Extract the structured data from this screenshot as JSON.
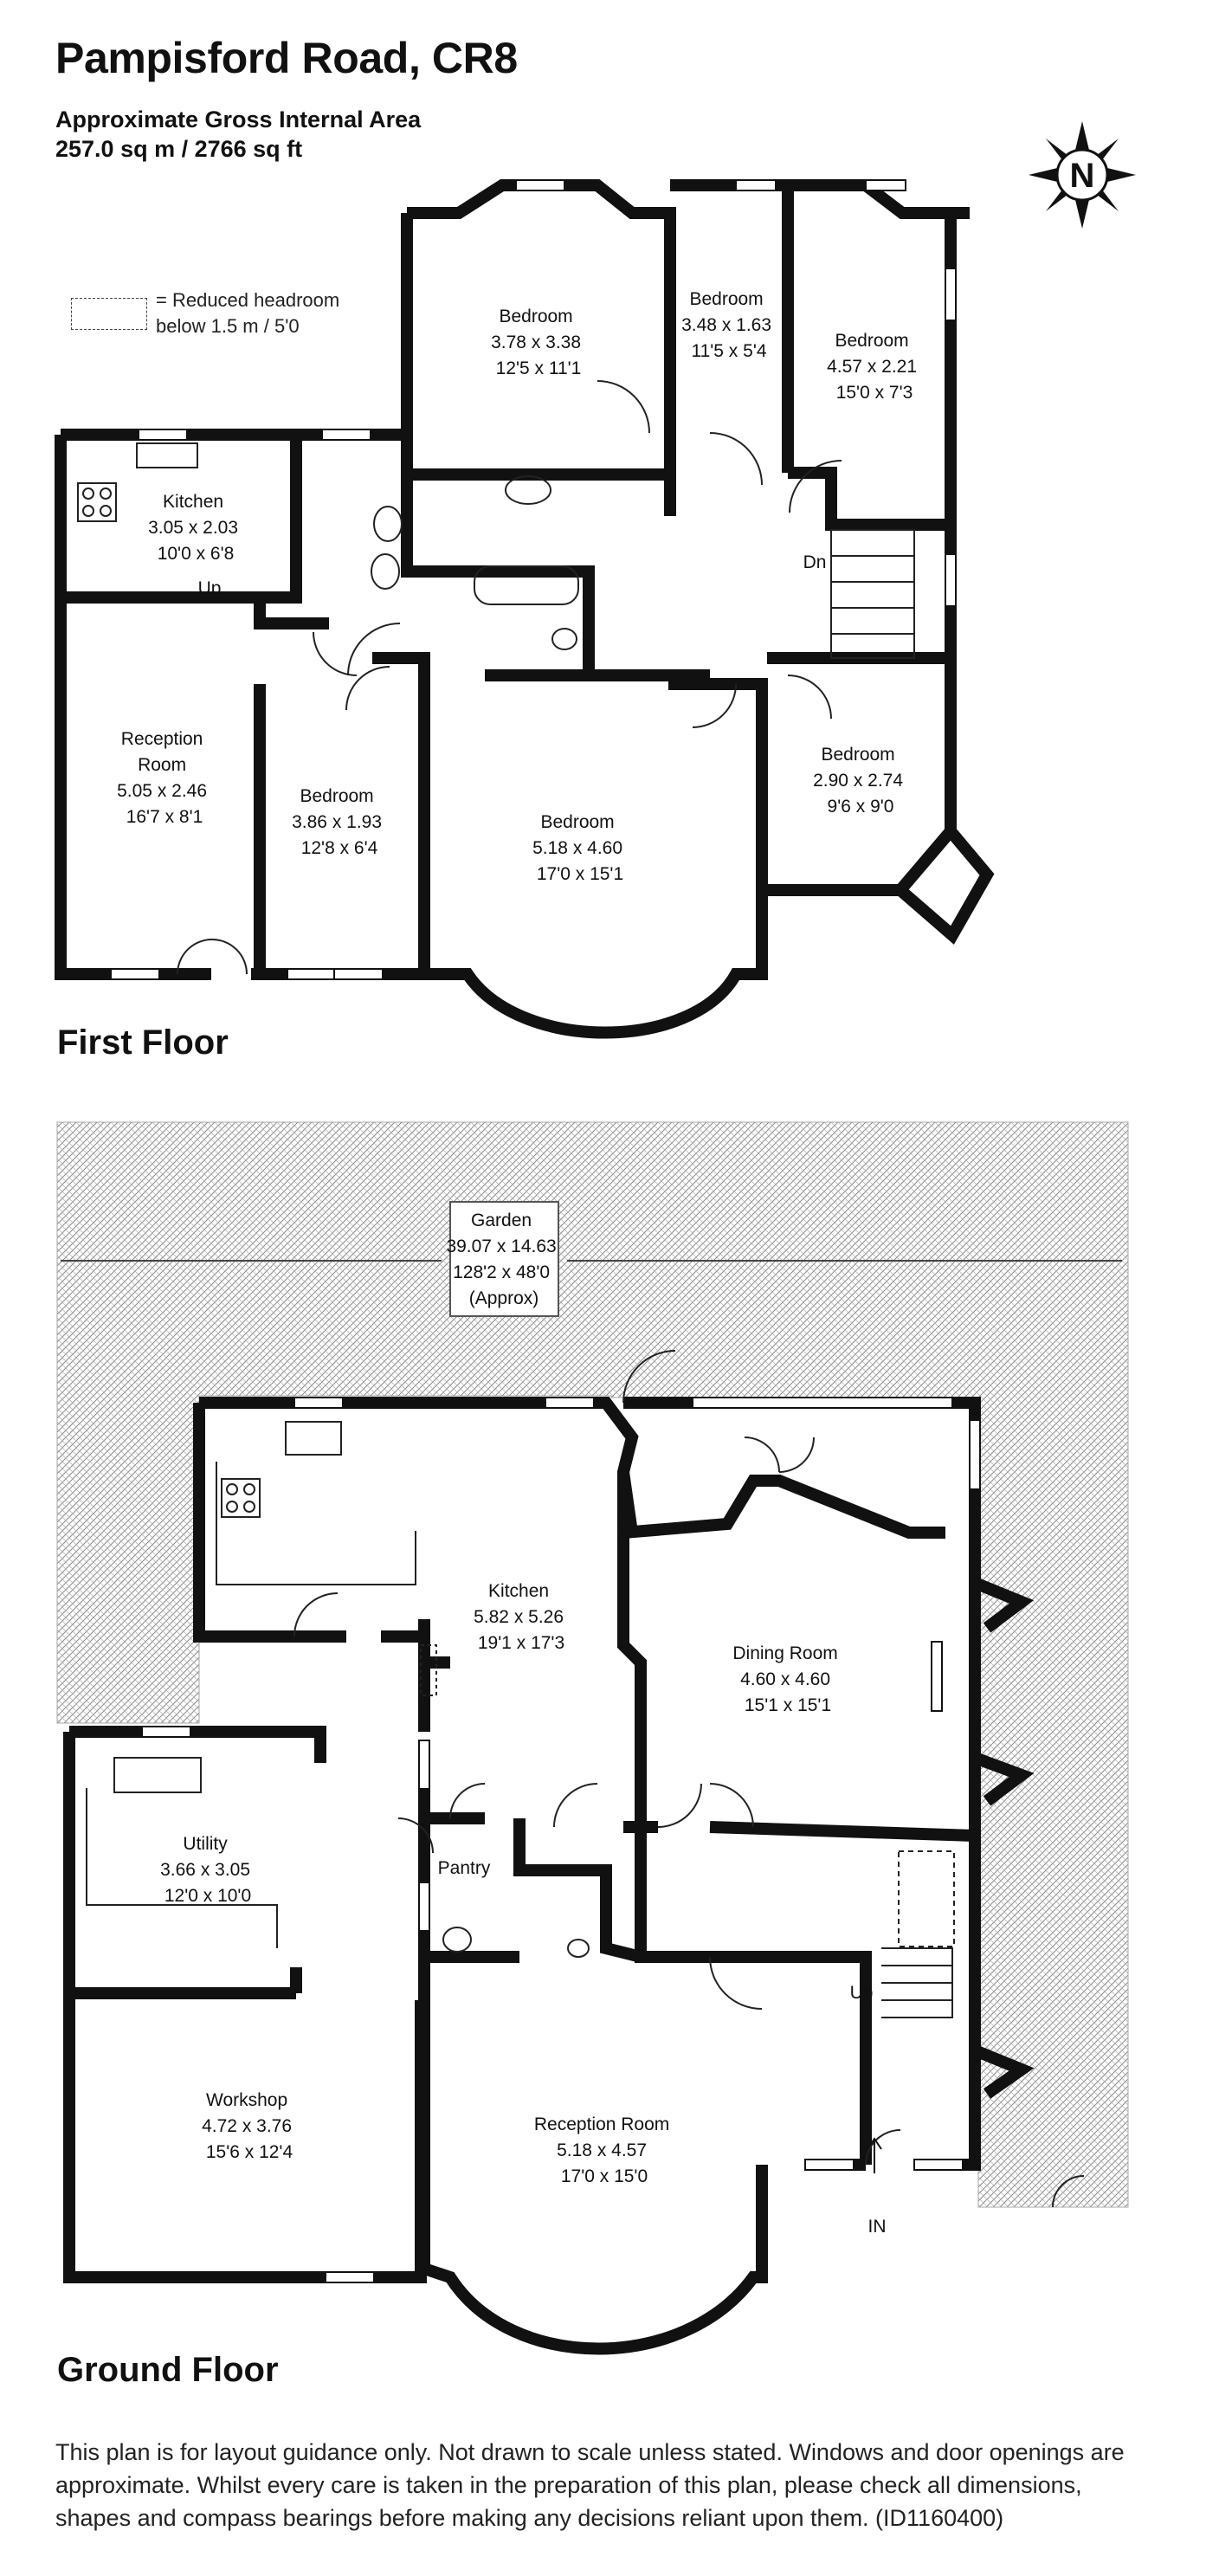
{
  "header": {
    "title": "Pampisford Road, CR8",
    "area_label": "Approximate Gross Internal Area",
    "area_value": "257.0 sq m / 2766 sq ft"
  },
  "legend": {
    "text": "=  Reduced headroom\n    below 1.5 m / 5'0"
  },
  "compass": {
    "letter": "N"
  },
  "first_floor": {
    "label": "First Floor",
    "rooms": {
      "bedroom_a": [
        "Bedroom",
        "3.78 x 3.38",
        "12'5 x 11'1"
      ],
      "bedroom_b": [
        "Bedroom",
        "3.48 x 1.63",
        "11'5 x 5'4"
      ],
      "bedroom_c": [
        "Bedroom",
        "4.57 x 2.21",
        "15'0 x 7'3"
      ],
      "kitchen": [
        "Kitchen",
        "3.05 x 2.03",
        "10'0 x 6'8"
      ],
      "reception": [
        "Reception",
        "Room",
        "5.05 x 2.46",
        "16'7 x 8'1"
      ],
      "bedroom_d": [
        "Bedroom",
        "3.86 x 1.93",
        "12'8 x 6'4"
      ],
      "bedroom_main": [
        "Bedroom",
        "5.18 x 4.60",
        "17'0 x 15'1"
      ],
      "bedroom_e": [
        "Bedroom",
        "2.90 x 2.74",
        "9'6 x 9'0"
      ]
    },
    "stair_labels": {
      "up": "Up",
      "down": "Dn"
    }
  },
  "ground_floor": {
    "label": "Ground Floor",
    "rooms": {
      "garden": [
        "Garden",
        "39.07 x 14.63",
        "128'2 x 48'0",
        "(Approx)"
      ],
      "kitchen": [
        "Kitchen",
        "5.82 x 5.26",
        "19'1 x 17'3"
      ],
      "dining": [
        "Dining Room",
        "4.60 x 4.60",
        "15'1 x 15'1"
      ],
      "utility": [
        "Utility",
        "3.66 x 3.05",
        "12'0 x 10'0"
      ],
      "pantry": [
        "Pantry"
      ],
      "workshop": [
        "Workshop",
        "4.72 x 3.76",
        "15'6 x 12'4"
      ],
      "reception": [
        "Reception Room",
        "5.18 x 4.57",
        "17'0 x 15'0"
      ]
    },
    "stair_label": "Up",
    "entrance_label": "IN"
  },
  "disclaimer": "This plan is for layout guidance only. Not drawn to scale unless stated. Windows and door openings are approximate. Whilst every care is taken in the preparation of this plan, please check all dimensions, shapes and compass bearings before making any decisions reliant upon them. (ID1160400)"
}
